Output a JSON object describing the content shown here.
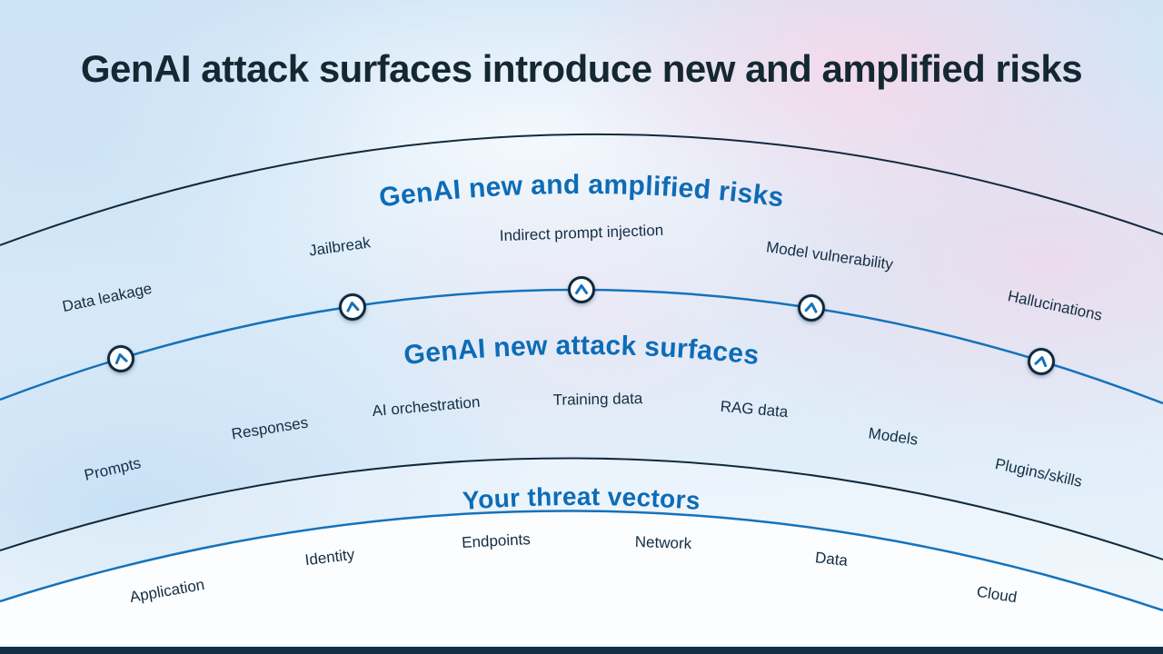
{
  "page": {
    "title": "GenAI attack surfaces introduce new and amplified risks"
  },
  "bands": [
    {
      "title": "GenAI new and amplified risks",
      "items": [
        "Data leakage",
        "Jailbreak",
        "Indirect prompt injection",
        "Model vulnerability",
        "Hallucinations"
      ]
    },
    {
      "title": "GenAI new attack surfaces",
      "items": [
        "Prompts",
        "Responses",
        "AI orchestration",
        "Training data",
        "RAG data",
        "Models",
        "Plugins/skills"
      ]
    },
    {
      "title": "Your threat vectors",
      "items": [
        "Application",
        "Identity",
        "Endpoints",
        "Network",
        "Data",
        "Cloud"
      ]
    }
  ],
  "icons": {
    "marker": "chevron-up-icon",
    "marker_count": 5
  },
  "colors": {
    "title_navy": "#142832",
    "band_title_blue": "#0d6cb6",
    "arc_navy": "#10293c",
    "arc_blue": "#1572bb",
    "label_navy": "#132e44",
    "footer_navy": "#142f45",
    "marker_ring": "#0d2840"
  }
}
